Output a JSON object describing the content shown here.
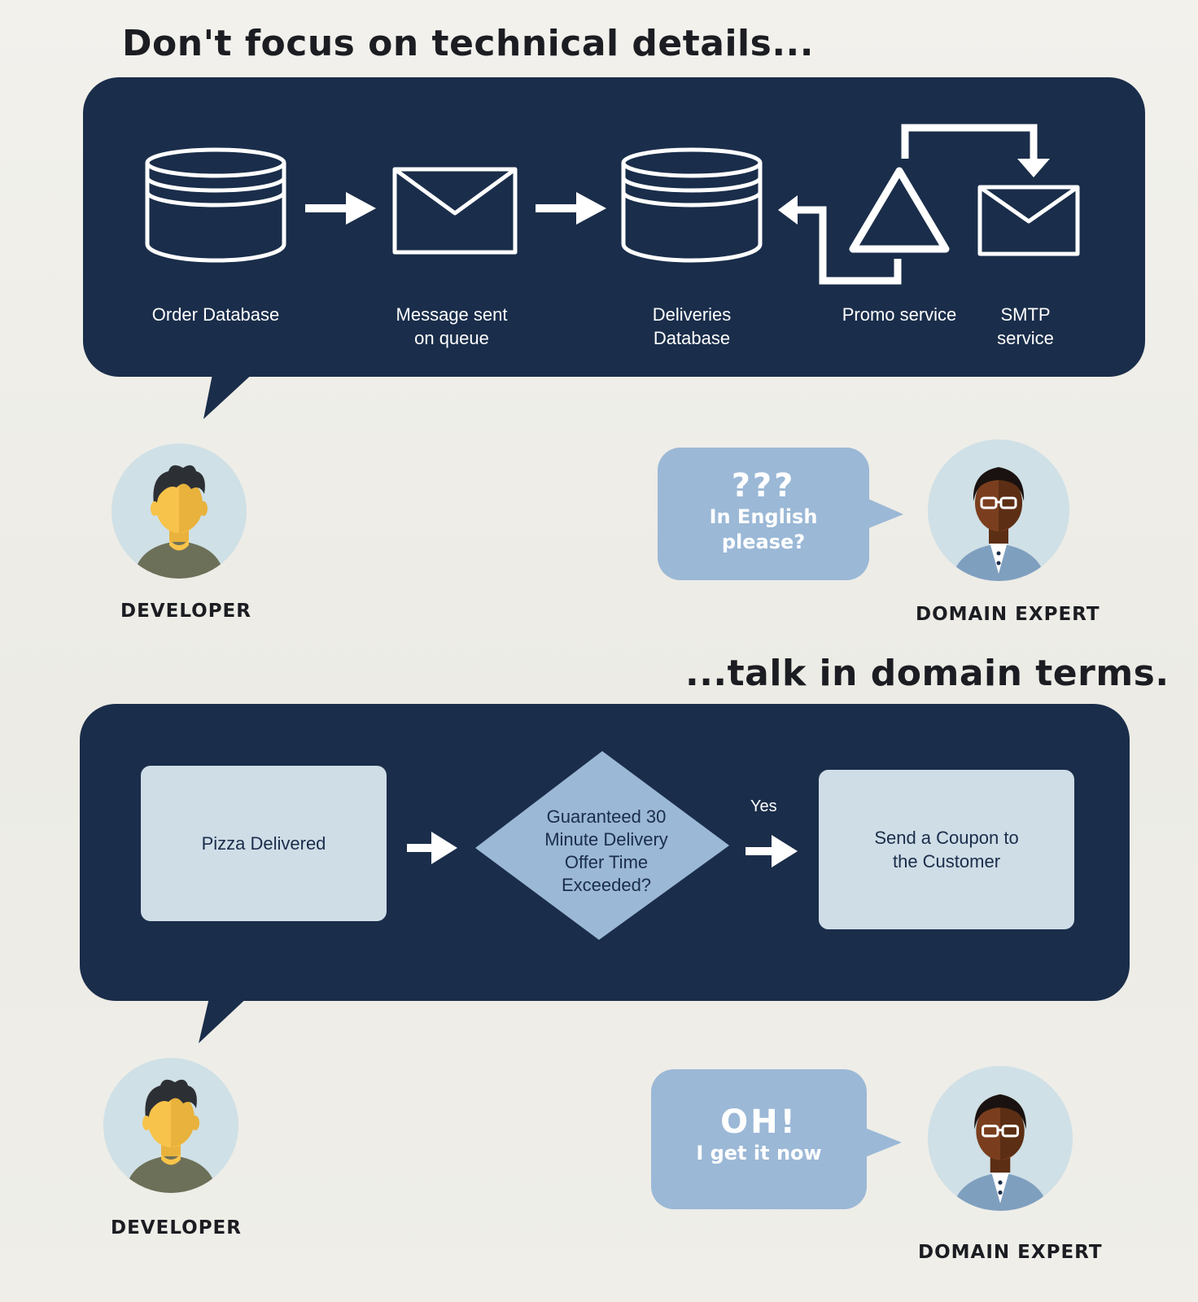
{
  "top_section": {
    "heading": "Don't focus on technical details...",
    "nodes": [
      {
        "label": "Order Database",
        "icon": "database-icon"
      },
      {
        "label": "Message sent\non queue",
        "icon": "envelope-icon"
      },
      {
        "label": "Deliveries\nDatabase",
        "icon": "database-icon"
      },
      {
        "label": "Promo service",
        "icon": "triangle-icon"
      },
      {
        "label": "SMTP\nservice",
        "icon": "envelope-icon"
      }
    ],
    "developer_label": "DEVELOPER",
    "domain_expert_label": "DOMAIN EXPERT",
    "expert_bubble": {
      "big": "???",
      "line1": "In English",
      "line2": "please?"
    }
  },
  "bottom_section": {
    "heading": "...talk in domain terms.",
    "start_box": "Pizza Delivered",
    "decision": "Guaranteed 30\nMinute Delivery\nOffer Time\nExceeded?",
    "yes_label": "Yes",
    "end_box": "Send a Coupon to\nthe Customer",
    "developer_label": "DEVELOPER",
    "domain_expert_label": "DOMAIN EXPERT",
    "expert_bubble": {
      "big": "OH!",
      "line1": "I get it now"
    }
  },
  "colors": {
    "panel": "#1a2d4a",
    "light_box": "#cfdde7",
    "diamond": "#9bb8d6",
    "bubble": "#9bb8d6",
    "avatar_bg": "#cfe0e6",
    "developer_skin": "#f7c34a",
    "developer_shirt": "#6d7058",
    "expert_skin": "#7a3e1e",
    "expert_jacket": "#7f9fbf"
  }
}
